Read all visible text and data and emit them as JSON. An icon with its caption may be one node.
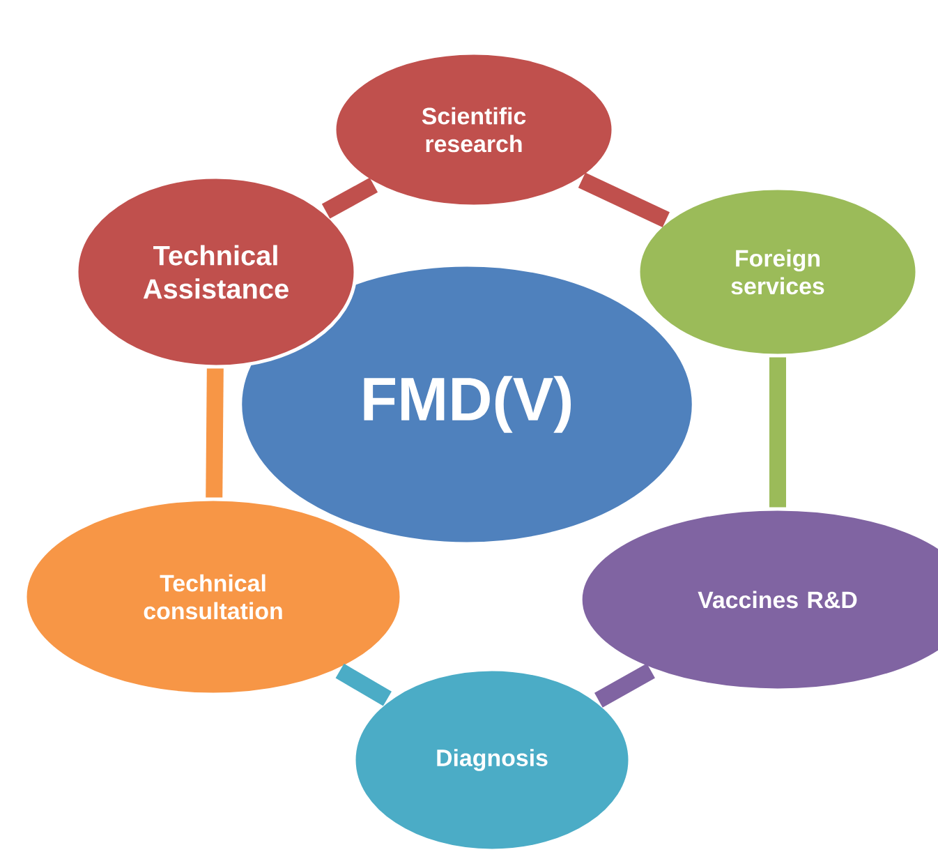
{
  "diagram": {
    "nodes": [
      {
        "text": [
          "FMD(V)"
        ]
      },
      {
        "text": [
          "Scientific research"
        ]
      },
      {
        "text": [
          "Foreign services"
        ]
      },
      {
        "text": [
          "Vaccines R&D"
        ]
      },
      {
        "text": [
          "Diagnosis"
        ]
      },
      {
        "text": [
          "Technical consultation"
        ]
      },
      {
        "text": [
          "Technical Assistance"
        ]
      }
    ],
    "edges": [
      {
        "from": 1,
        "to": 2,
        "arrow": "none",
        "color": "#c0504d"
      },
      {
        "from": 2,
        "to": 3,
        "arrow": "none",
        "color": "#9bbb59"
      },
      {
        "from": 3,
        "to": 4,
        "arrow": "none",
        "color": "#8064a2"
      },
      {
        "from": 4,
        "to": 5,
        "arrow": "none",
        "color": "#4bacc6"
      },
      {
        "from": 5,
        "to": 6,
        "arrow": "none",
        "color": "#f79646"
      },
      {
        "from": 6,
        "to": 1,
        "arrow": "none",
        "color": "#c0504d"
      }
    ]
  }
}
